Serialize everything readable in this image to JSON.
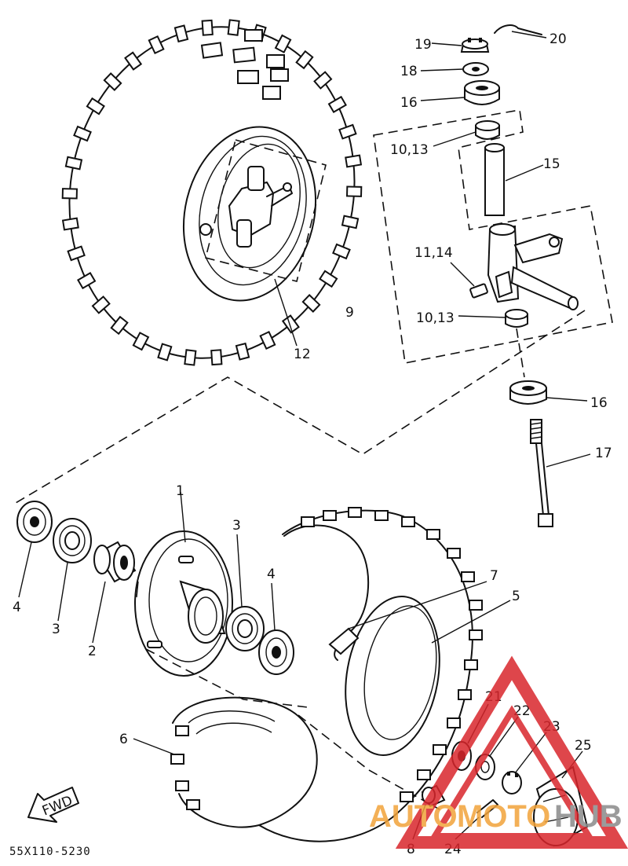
{
  "callouts": [
    {
      "id": "c19",
      "text": "19"
    },
    {
      "id": "c20",
      "text": "20"
    },
    {
      "id": "c18",
      "text": "18"
    },
    {
      "id": "c16a",
      "text": "16"
    },
    {
      "id": "c1013a",
      "text": "10,13"
    },
    {
      "id": "c15",
      "text": "15"
    },
    {
      "id": "c1114",
      "text": "11,14"
    },
    {
      "id": "c9",
      "text": "9"
    },
    {
      "id": "c1013b",
      "text": "10,13"
    },
    {
      "id": "c12",
      "text": "12"
    },
    {
      "id": "c16b",
      "text": "16"
    },
    {
      "id": "c17",
      "text": "17"
    },
    {
      "id": "c1",
      "text": "1"
    },
    {
      "id": "c3a",
      "text": "3"
    },
    {
      "id": "c4a",
      "text": "4"
    },
    {
      "id": "c7",
      "text": "7"
    },
    {
      "id": "c5",
      "text": "5"
    },
    {
      "id": "c4b",
      "text": "4"
    },
    {
      "id": "c3b",
      "text": "3"
    },
    {
      "id": "c2",
      "text": "2"
    },
    {
      "id": "c21",
      "text": "21"
    },
    {
      "id": "c22",
      "text": "22"
    },
    {
      "id": "c23",
      "text": "23"
    },
    {
      "id": "c25",
      "text": "25"
    },
    {
      "id": "c6",
      "text": "6"
    },
    {
      "id": "c8",
      "text": "8"
    },
    {
      "id": "c24",
      "text": "24"
    }
  ],
  "fwd_label": "FWD",
  "diagram_code": "55X110-5230",
  "watermark": {
    "part1": "AUTO",
    "part2": "MOTO",
    "part3": "HUB",
    "color_orange": "#f2a33a",
    "color_red": "#d9262c",
    "color_gray": "#8a8a8a"
  }
}
